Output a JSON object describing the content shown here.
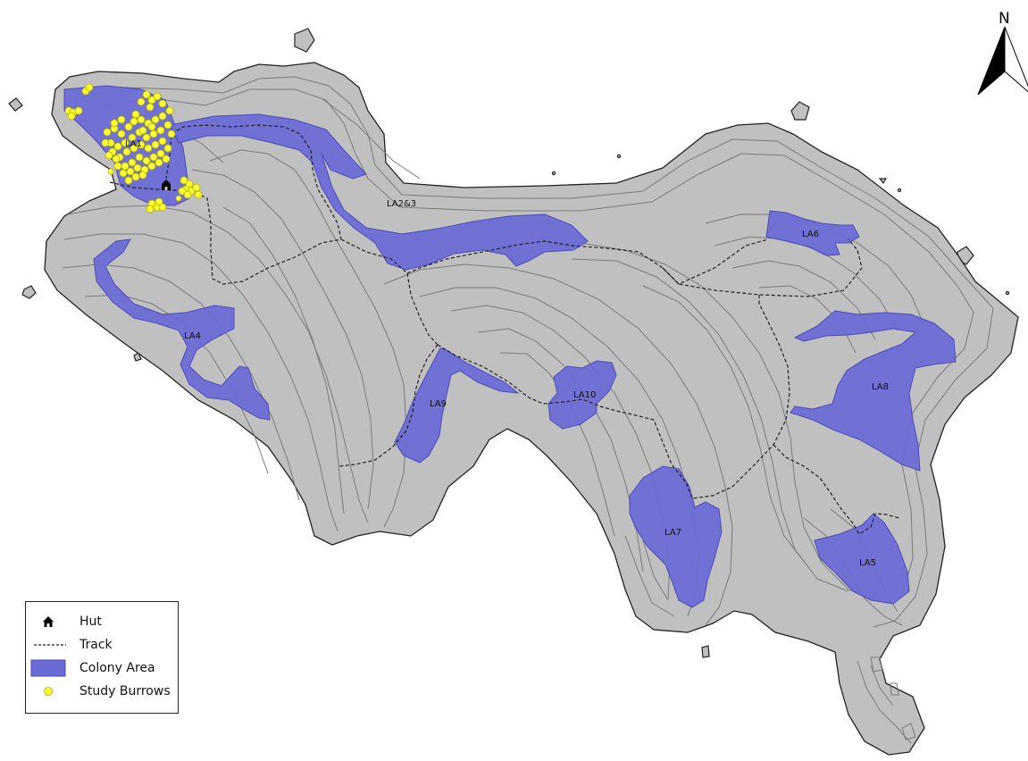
{
  "map": {
    "north_label": "N",
    "colors": {
      "land": "#c0c0c0",
      "coast": "#222222",
      "contour": "#7a7a7a",
      "colony_fill": "#6b6bd6",
      "colony_stroke": "#4b4bb8",
      "burrow_fill": "#ffff33",
      "burrow_stroke": "#b3b300",
      "track": "#222222"
    },
    "colony_areas": [
      {
        "id": "LA1",
        "label": "LA1"
      },
      {
        "id": "LA2&3",
        "label": "LA2&3"
      },
      {
        "id": "LA4",
        "label": "LA4"
      },
      {
        "id": "LA5",
        "label": "LA5"
      },
      {
        "id": "LA6",
        "label": "LA6"
      },
      {
        "id": "LA7",
        "label": "LA7"
      },
      {
        "id": "LA8",
        "label": "LA8"
      },
      {
        "id": "LA9",
        "label": "LA9"
      },
      {
        "id": "LA10",
        "label": "LA10"
      }
    ]
  },
  "legend": {
    "items": [
      {
        "key": "hut",
        "label": "Hut",
        "icon": "hut-icon"
      },
      {
        "key": "track",
        "label": "Track",
        "icon": "dashed-line"
      },
      {
        "key": "colony",
        "label": "Colony Area",
        "icon": "colony-swatch"
      },
      {
        "key": "burrows",
        "label": "Study Burrows",
        "icon": "yellow-circle"
      }
    ]
  }
}
